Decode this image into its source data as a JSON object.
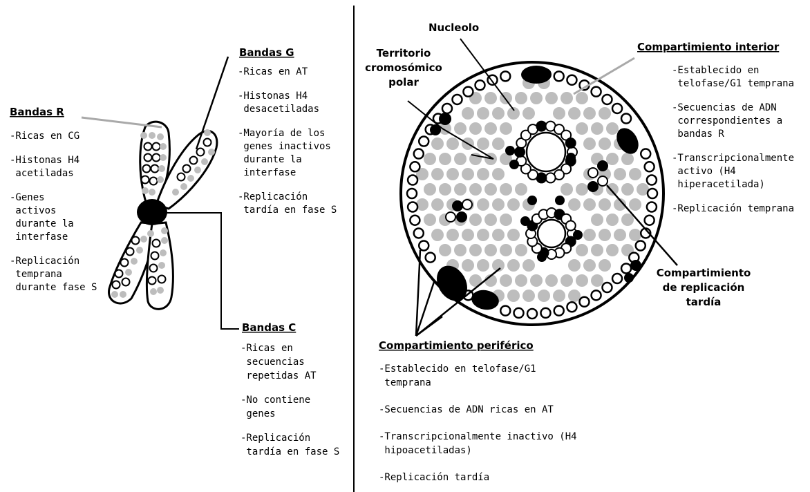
{
  "bandas_r": {
    "title": "Bandas R",
    "items": [
      [
        "-Ricas en CG"
      ],
      [
        "-Histonas H4",
        " acetiladas"
      ],
      [
        "-Genes",
        " activos",
        " durante la",
        " interfase"
      ],
      [
        "-Replicación",
        " temprana",
        " durante fase S"
      ]
    ]
  },
  "bandas_g": {
    "title": "Bandas G",
    "items": [
      [
        "-Ricas en AT"
      ],
      [
        "-Histonas H4",
        " desacetiladas"
      ],
      [
        "-Mayoría de los",
        " genes inactivos",
        " durante la",
        " interfase"
      ],
      [
        "-Replicación",
        " tardía en fase S"
      ]
    ]
  },
  "bandas_c": {
    "title": "Bandas C",
    "items": [
      [
        "-Ricas en",
        " secuencias",
        " repetidas AT"
      ],
      [
        "-No contiene",
        " genes"
      ],
      [
        "-Replicación",
        " tardía en fase S"
      ]
    ]
  },
  "nucleolo": {
    "title": "Nucleolo"
  },
  "territorio": {
    "lines": [
      "Territorio",
      "cromosómico",
      "polar"
    ]
  },
  "compartimiento_interior": {
    "title": "Compartimiento interior",
    "items": [
      [
        "-Establecido en",
        " telofase/G1 temprana"
      ],
      [
        "-Secuencias de ADN",
        " correspondientes a",
        " bandas R"
      ],
      [
        "-Transcripcionalmente",
        " activo (H4",
        " hiperacetilada)"
      ],
      [
        "-Replicación temprana"
      ]
    ]
  },
  "replicacion_tardia": {
    "lines": [
      "Compartimiento",
      "de replicación",
      "tardía"
    ]
  },
  "compartimiento_periferico": {
    "title": "Compartimiento periférico",
    "items": [
      [
        "-Establecido en telofase/G1",
        " temprana"
      ],
      [
        "-Secuencias de ADN ricas en AT"
      ],
      [
        "-Transcripcionalmente inactivo (H4",
        " hipoacetiladas)"
      ],
      [
        "-Replicación tardía"
      ]
    ]
  },
  "colors": {
    "line": "#000000",
    "gray_dot": "#bdbdbd",
    "gray_line": "#a9a9a9"
  }
}
